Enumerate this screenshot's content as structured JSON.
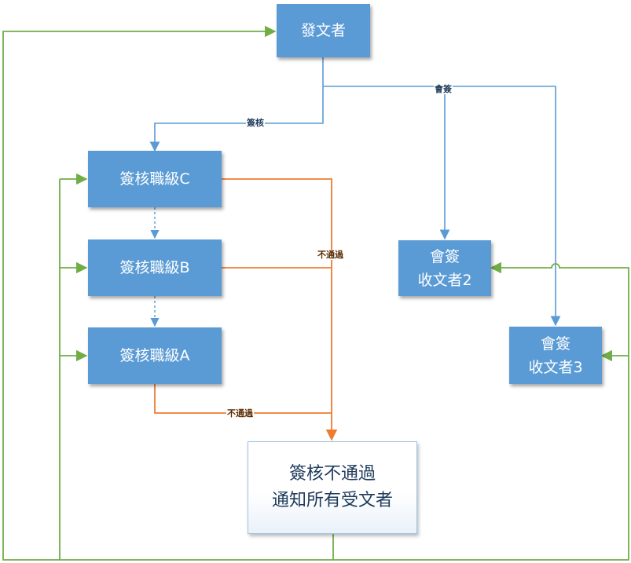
{
  "nodes": {
    "sender": "發文者",
    "level_c": "簽核職級C",
    "level_b": "簽核職級B",
    "level_a": "簽核職級A",
    "co_sign_2_line1": "會簽",
    "co_sign_2_line2": "收文者2",
    "co_sign_3_line1": "會簽",
    "co_sign_3_line2": "收文者3",
    "reject_line1": "簽核不通過",
    "reject_line2": "通知所有受文者"
  },
  "edge_labels": {
    "sign_review": "簽核",
    "co_sign": "會簽",
    "reject_upper": "不通過",
    "reject_lower": "不通過"
  },
  "colors": {
    "node_fill": "#5b9bd5",
    "approval_flow": "#5b9bd5",
    "reject_flow": "#ed7d31",
    "notify_flow": "#70ad47"
  }
}
